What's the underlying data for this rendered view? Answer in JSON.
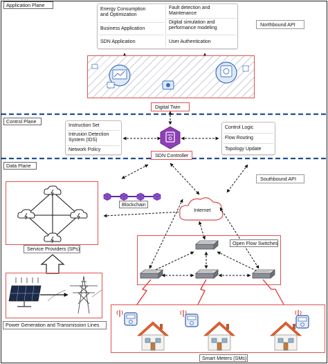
{
  "planes": {
    "application": "Application Plane",
    "control": "Control Plane",
    "data": "Data Plane"
  },
  "apis": {
    "northbound": "Northbound API",
    "southbound": "Southbound API"
  },
  "application_services": {
    "left": [
      "Energy Consumption\nand Optimization",
      "Business Application",
      "SDN Application"
    ],
    "right": [
      "Fault detection and\nMaintenance",
      "Digital simulation and\nperformance modeling",
      "User Authentication"
    ]
  },
  "digital_twin": "Digital Twin",
  "sdn_controller": "SDN Controller",
  "control_left": [
    "Instruction Set",
    "Intrusion Detection\nSystem (IDS)",
    "Network Policy"
  ],
  "control_right": [
    "Control Logic",
    "Flow Routing",
    "Topology Update"
  ],
  "blockchain": "Blockchain",
  "internet": "Internet",
  "openflow_switches": "Open Flow Switches",
  "service_providers": "Service Providers (SPs)",
  "power_generation": "Power Generation and Transmission Lines",
  "smart_meters": "Smart Meters (SMs)",
  "colors": {
    "plane_divider": "#1f4e9a",
    "red_border": "#e05050",
    "blockchain": "#7b3fbf",
    "sdn_controller": "#8e3fb5",
    "house_roof": "#e8632b"
  }
}
